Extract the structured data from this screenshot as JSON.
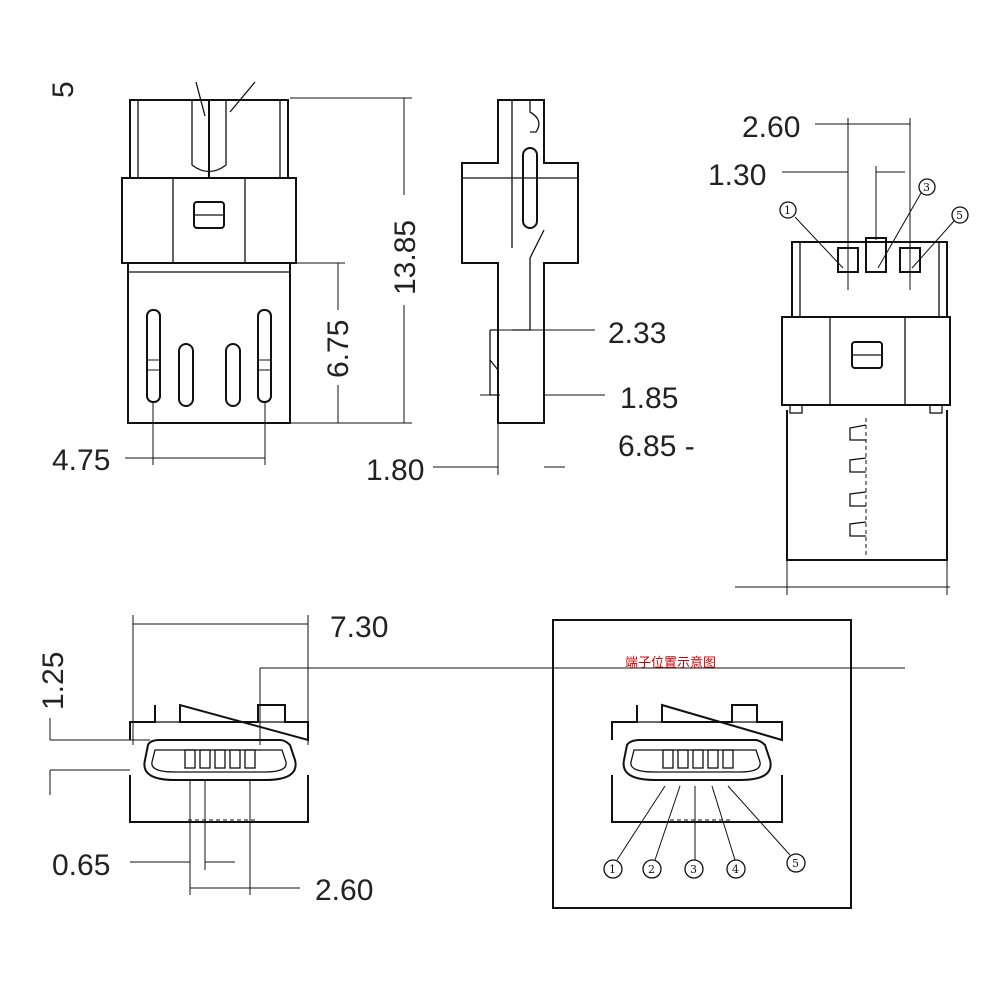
{
  "dimensions": {
    "cut_mark": "5",
    "overall_length": "13.85",
    "plug_length": "6.75",
    "pin_span": "4.75",
    "side_a": "2.33",
    "side_b": "1.85",
    "side_c": "1.80",
    "side_d": "6.85 -",
    "pitch_x2": "2.60",
    "pitch": "1.30",
    "face_width": "7.30",
    "face_height": "1.25",
    "pin_width": "0.65",
    "pin_group": "2.60"
  },
  "pin_labels": [
    "1",
    "2",
    "3",
    "4",
    "5"
  ],
  "callout_pins": [
    "1",
    "3",
    "5"
  ],
  "caption": "端子位置示意图",
  "colors": {
    "line": "#111111",
    "caption": "#d00000",
    "text": "#222222"
  }
}
